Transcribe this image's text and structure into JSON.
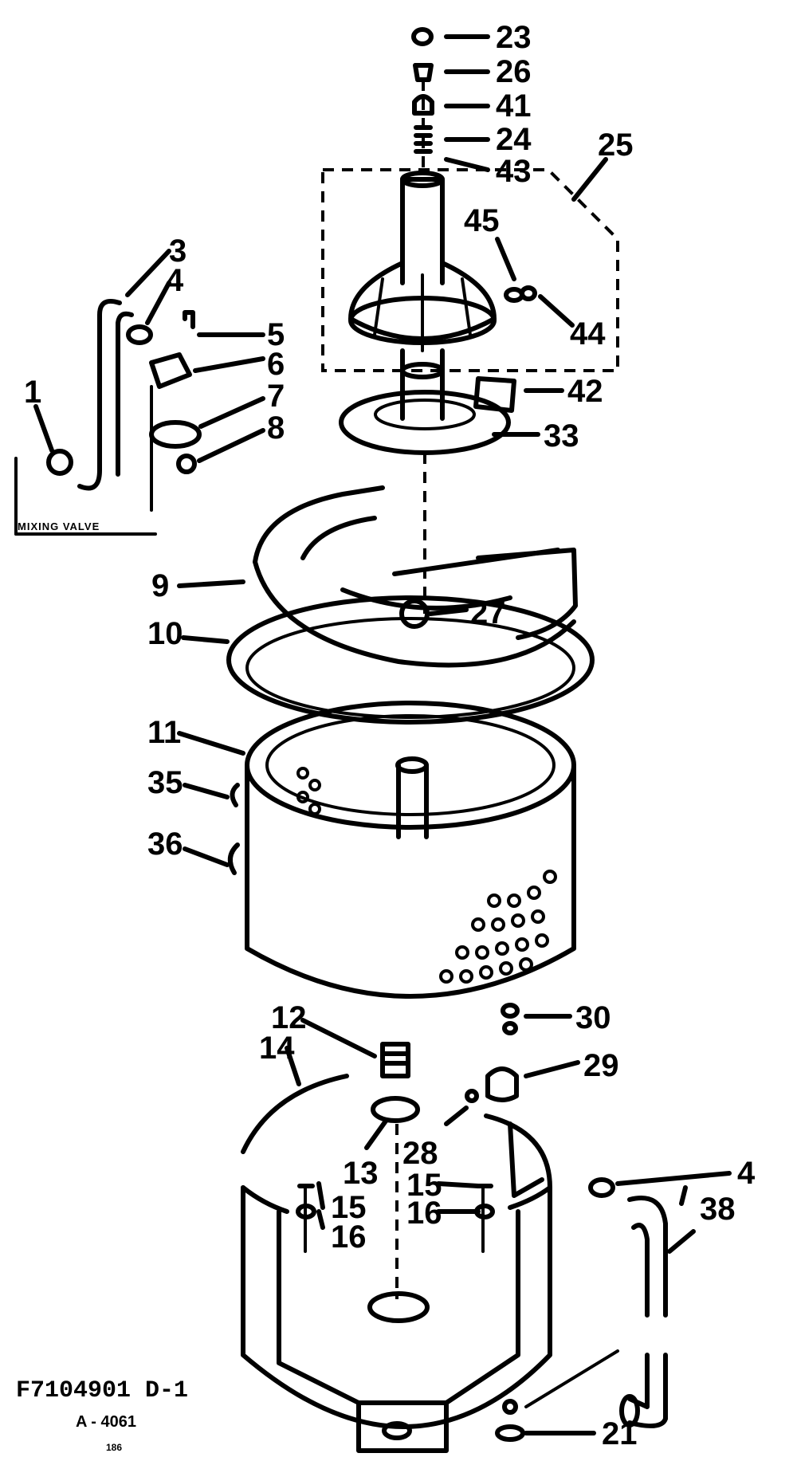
{
  "callouts": [
    "23",
    "26",
    "41",
    "24",
    "43",
    "25",
    "45",
    "44",
    "42",
    "33",
    "3",
    "4",
    "5",
    "6",
    "7",
    "8",
    "1",
    "9",
    "27",
    "10",
    "11",
    "35",
    "36",
    "12",
    "14",
    "30",
    "29",
    "28",
    "13",
    "15",
    "16",
    "15",
    "16",
    "4",
    "38",
    "21"
  ],
  "side_caption": "MIXING VALVE",
  "footer": {
    "part_number": "F7104901 D-1",
    "ref_code": "A - 4061",
    "page_mark": "186"
  }
}
